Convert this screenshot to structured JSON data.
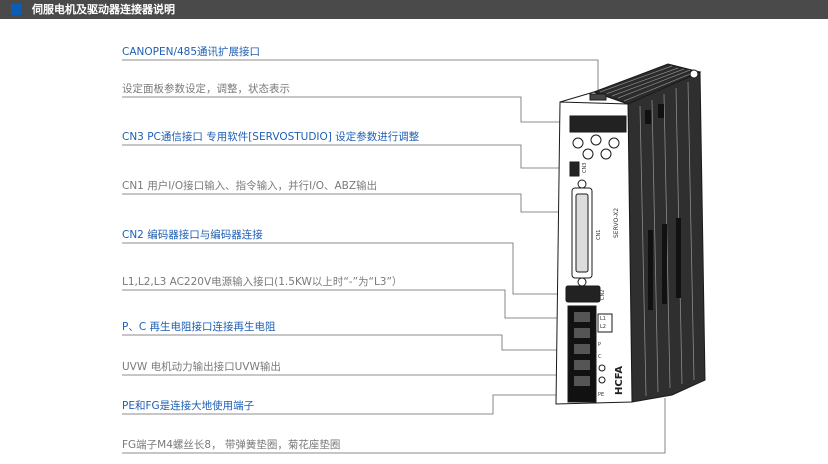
{
  "header": {
    "title": "伺服电机及驱动器连接器说明"
  },
  "labels": [
    {
      "text": "CANOPEN/485通讯扩展接口",
      "color": "blue"
    },
    {
      "text": "设定面板参数设定，调整，状态表示",
      "color": "gray"
    },
    {
      "text": "CN3 PC通信接口 专用软件[SERVOSTUDIO] 设定参数进行调整",
      "color": "blue"
    },
    {
      "text": "CN1 用户I/O接口输入、指令输入，并行I/O、ABZ输出",
      "color": "gray"
    },
    {
      "text": "CN2 编码器接口与编码器连接",
      "color": "blue"
    },
    {
      "text": "L1,L2,L3  AC220V电源输入接口(1.5KW以上时“-”为“L3”）",
      "color": "gray"
    },
    {
      "text": "P、C 再生电阻接口连接再生电阻",
      "color": "blue"
    },
    {
      "text": "UVW 电机动力输出接口UVW输出",
      "color": "gray"
    },
    {
      "text": "PE和FG是连接大地使用端子",
      "color": "blue"
    },
    {
      "text": "FG端子M4螺丝长8， 带弹簧垫圈，菊花座垫圈",
      "color": "gray"
    }
  ],
  "device": {
    "brand": "HCFA",
    "model": "SERVO-X2",
    "connectors": [
      "CN3",
      "CN1",
      "CN2",
      "L1",
      "L2",
      "P",
      "C",
      "PE"
    ]
  }
}
